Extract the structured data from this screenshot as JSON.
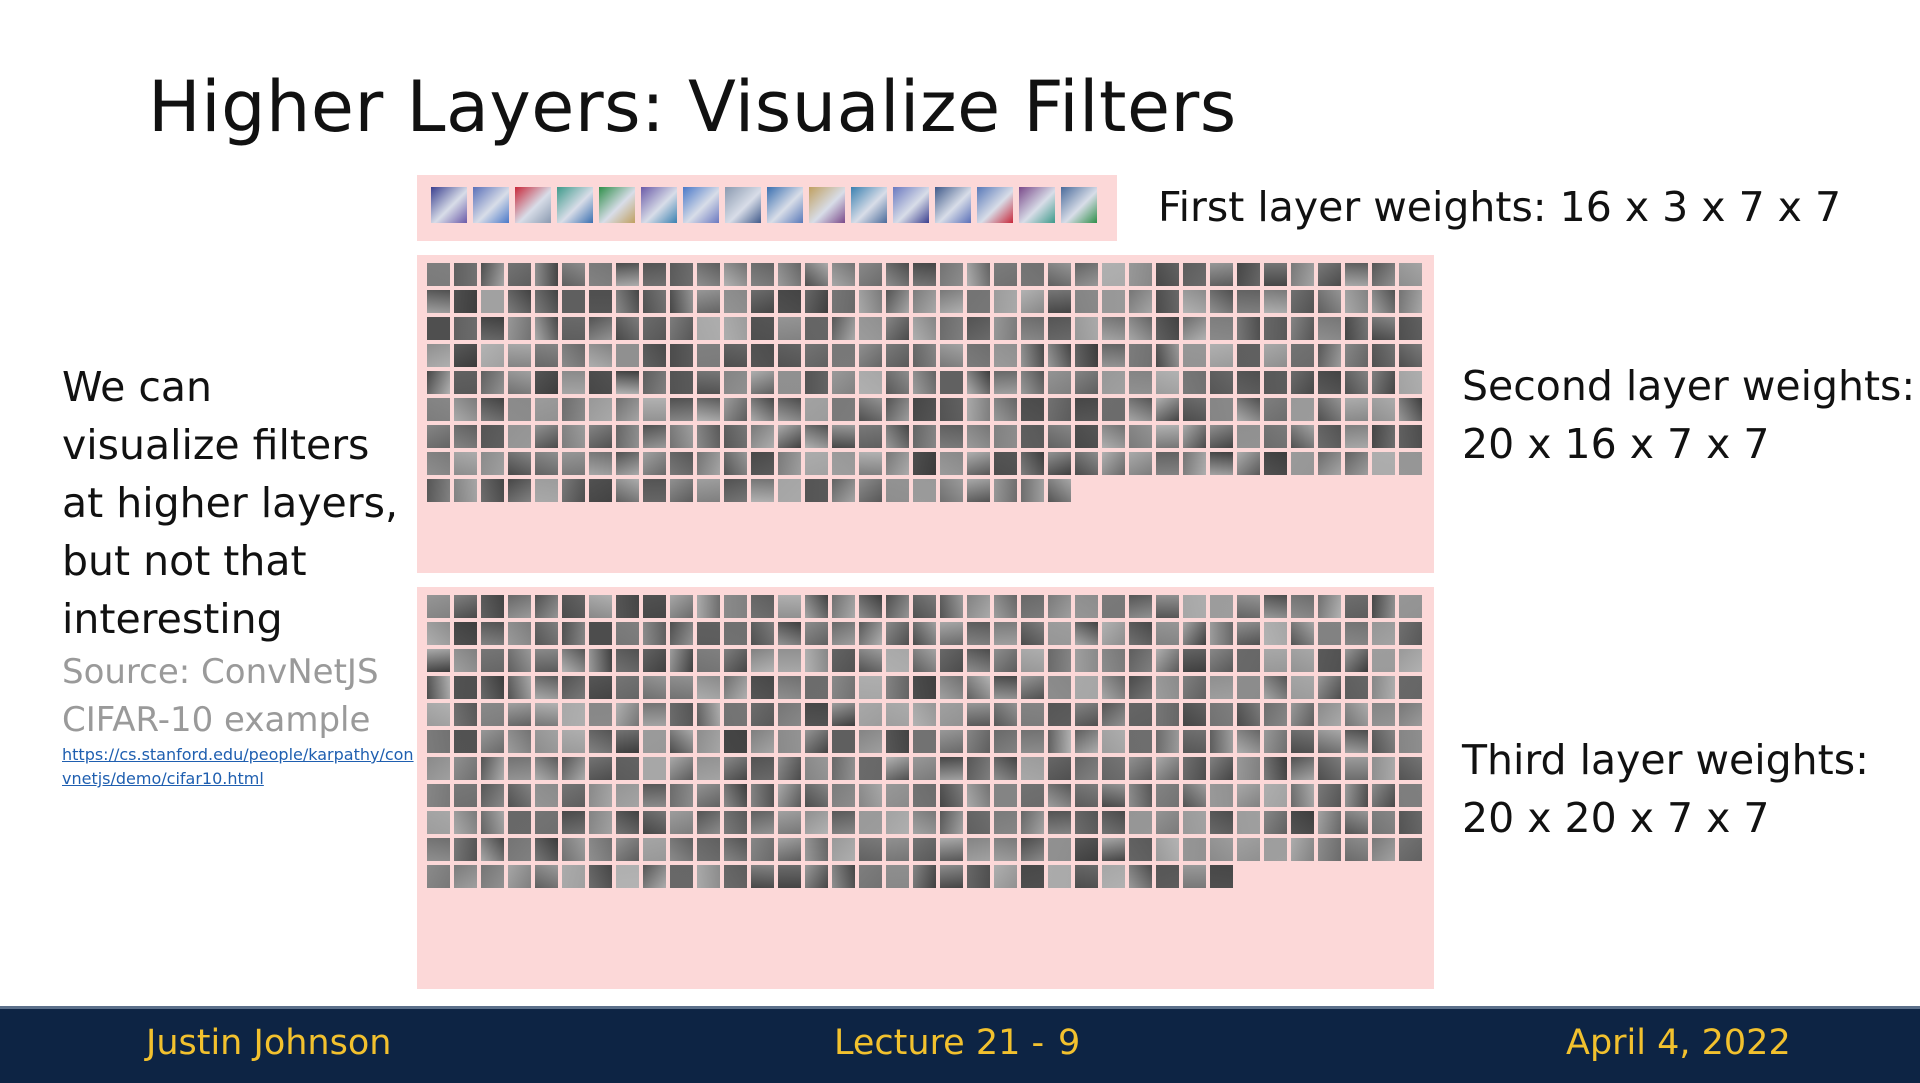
{
  "slide": {
    "title": "Higher Layers: Visualize Filters",
    "description": "We can visualize filters at higher layers, but not that interesting",
    "source": "Source: ConvNetJS CIFAR-10 example",
    "source_link": "https://cs.stanford.edu/people/karpathy/convnetjs/demo/cifar10.html"
  },
  "layers": [
    {
      "label_line1": "First layer weights: 16 x 3 x 7 x 7",
      "label_line2": ""
    },
    {
      "label_line1": "Second layer weights:",
      "label_line2": "20 x 16 x 7 x 7"
    },
    {
      "label_line1": "Third layer weights:",
      "label_line2": "20 x 20 x 7 x 7"
    }
  ],
  "first_layer_colors": [
    "#3b3f8f",
    "#5a6fb8",
    "#c8283a",
    "#3e9a8a",
    "#2f8f4a",
    "#6a5aa8",
    "#4a78c8",
    "#8a9ab0",
    "#3a6fb0",
    "#c0a060",
    "#3a80b0",
    "#6a78c0",
    "#405a8a",
    "#5878b8",
    "#7a4a8a",
    "#4a6a9a"
  ],
  "footer": {
    "author": "Justin Johnson",
    "lecture": "Lecture 21 -",
    "page": "9",
    "date": "April 4, 2022"
  }
}
